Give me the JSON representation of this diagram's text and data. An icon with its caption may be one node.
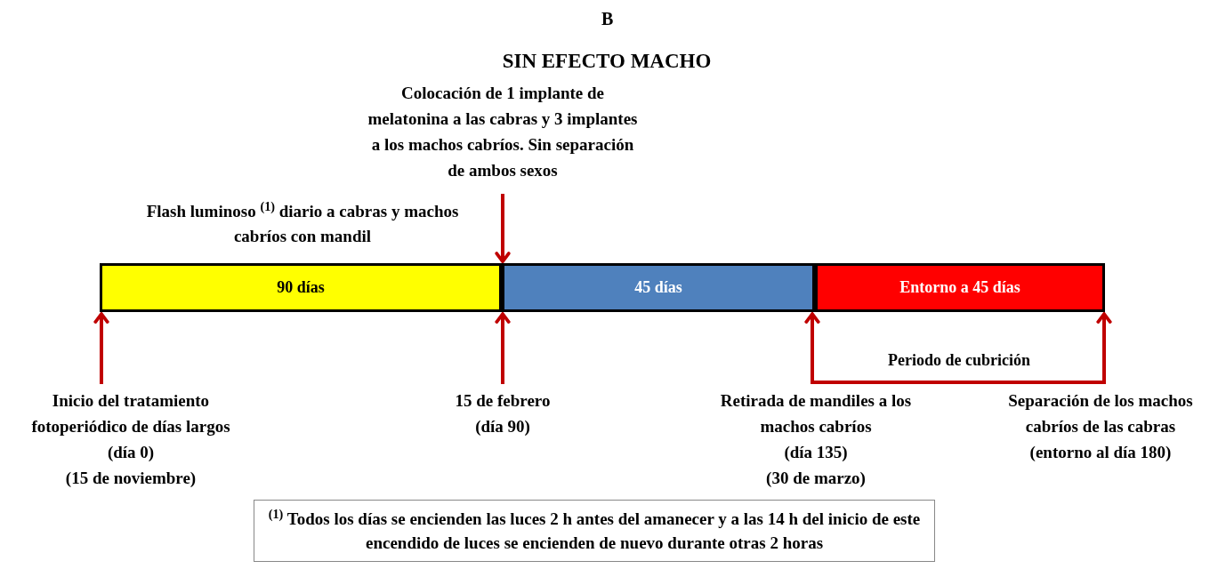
{
  "diagram": {
    "title": "SIN EFECTO MACHO",
    "nodes": [
      {
        "text": [
          "90 días"
        ]
      },
      {
        "text": [
          "45 días"
        ]
      },
      {
        "text": [
          "Entorno a 45 días"
        ]
      },
      {
        "text": [
          "Colocación de 1 implante de melatonina a las cabras y 3 implantes a los machos cabríos. Sin separación de ambos sexos"
        ]
      },
      {
        "text": [
          "Inicio del tratamiento fotoperiódico de días largos",
          "(día 0)",
          "(15 de noviembre)"
        ]
      },
      {
        "text": [
          "15 de febrero",
          "(día 90)"
        ]
      },
      {
        "text": [
          "Retirada de mandiles a los machos cabríos",
          "(día 135)",
          "(30 de marzo)"
        ]
      },
      {
        "text": [
          "Separación de los machos cabríos de las cabras",
          "(entorno al día 180)"
        ]
      },
      {
        "text": [
          "$^{(1)}$ Todos los días se encienden las luces 2 h antes del amanecer y a las 14 h del inicio de este encendido de luces se encienden de nuevo durante otras 2 horas"
        ]
      }
    ],
    "edges": [
      {
        "from": 3,
        "to": 1,
        "arrow": "to",
        "color": "#c00000"
      },
      {
        "from": 4,
        "to": 0,
        "arrow": "to",
        "color": "#c00000"
      },
      {
        "from": 5,
        "to": 1,
        "arrow": "to",
        "color": "#c00000"
      },
      {
        "from": 6,
        "to": 2,
        "arrow": "to",
        "color": "#c00000"
      },
      {
        "from": 7,
        "to": 2,
        "arrow": "to",
        "color": "#c00000"
      }
    ],
    "labels": [
      "B",
      "Flash luminoso $^{(1)}$ diario a cabras y machos cabríos con mandil",
      "Periodo de cubrición"
    ]
  }
}
